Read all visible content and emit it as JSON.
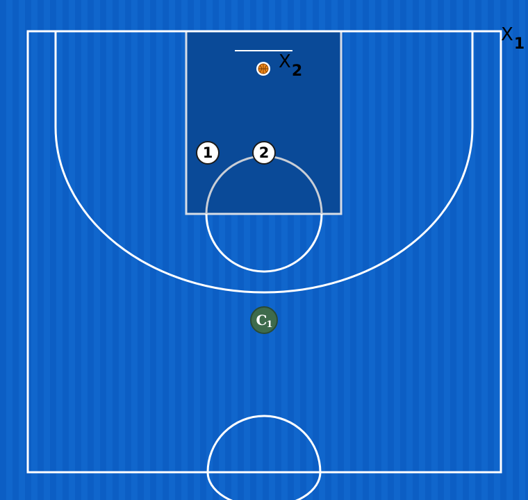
{
  "court": {
    "floor_color": "#0c5ec4",
    "paint_color": "#0a4a98",
    "line_color": "#ffffff"
  },
  "offense": [
    {
      "label": "1"
    },
    {
      "label": "2"
    }
  ],
  "defense": [
    {
      "label": "X",
      "sub": "1"
    },
    {
      "label": "X",
      "sub": "2"
    }
  ],
  "coach": {
    "label": "C",
    "sub": "1"
  },
  "ball": {
    "icon": "basketball-icon",
    "color": "#f08a1c"
  }
}
